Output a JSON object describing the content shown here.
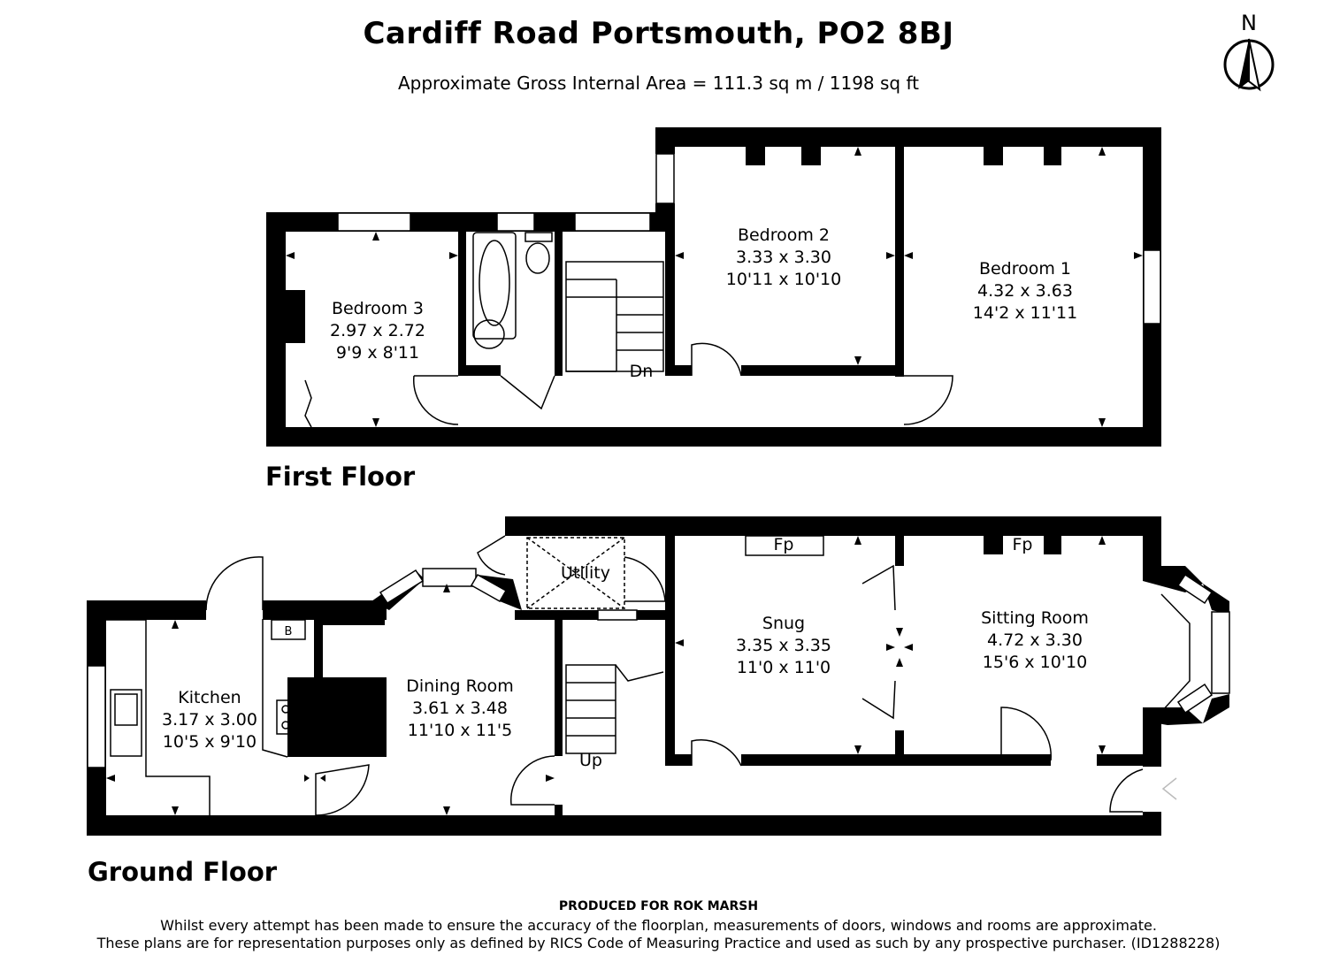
{
  "header": {
    "title": "Cardiff Road Portsmouth, PO2 8BJ",
    "area": "Approximate Gross Internal Area = 111.3 sq m / 1198 sq ft",
    "compass": "N"
  },
  "first_floor": {
    "label": "First Floor",
    "rooms": {
      "bedroom1": {
        "name": "Bedroom 1",
        "metric": "4.32 x 3.63",
        "imperial": "14'2 x 11'11"
      },
      "bedroom2": {
        "name": "Bedroom 2",
        "metric": "3.33 x 3.30",
        "imperial": "10'11 x 10'10"
      },
      "bedroom3": {
        "name": "Bedroom 3",
        "metric": "2.97 x 2.72",
        "imperial": "9'9 x 8'11"
      }
    },
    "stairs_label": "Dn"
  },
  "ground_floor": {
    "label": "Ground Floor",
    "rooms": {
      "kitchen": {
        "name": "Kitchen",
        "metric": "3.17 x 3.00",
        "imperial": "10'5 x 9'10"
      },
      "dining": {
        "name": "Dining Room",
        "metric": "3.61 x 3.48",
        "imperial": "11'10 x 11'5"
      },
      "snug": {
        "name": "Snug",
        "metric": "3.35 x 3.35",
        "imperial": "11'0 x 11'0"
      },
      "sitting": {
        "name": "Sitting Room",
        "metric": "4.72 x 3.30",
        "imperial": "15'6 x 10'10"
      },
      "utility": {
        "name": "Utility"
      }
    },
    "fireplace_label": "Fp",
    "boiler_label": "B",
    "stairs_label": "Up"
  },
  "footer": {
    "produced_for": "PRODUCED FOR ROK MARSH",
    "disclaimer1": "Whilst every attempt has been made to ensure the accuracy of the floorplan, measurements of doors, windows and rooms are approximate.",
    "disclaimer2": "These plans are for representation purposes only as defined by RICS Code of Measuring Practice and used as such by any prospective purchaser. (ID1288228)"
  }
}
